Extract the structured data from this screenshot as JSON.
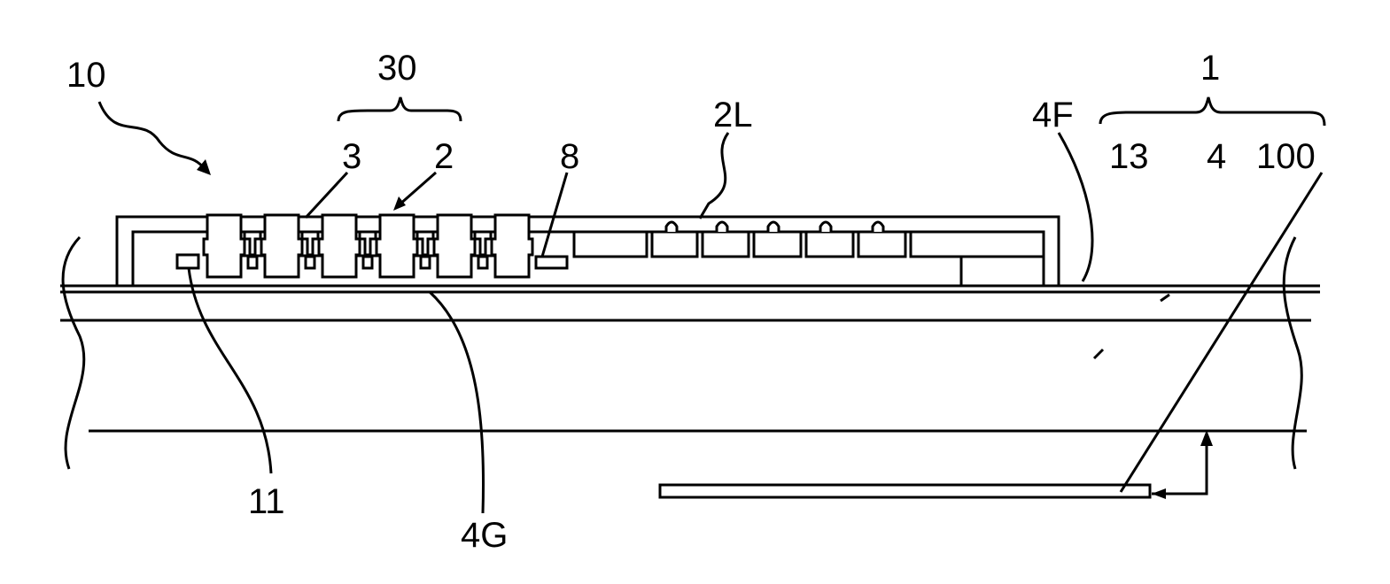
{
  "figure": {
    "labels": {
      "device": "10",
      "module_group": "30",
      "sealing": "3",
      "chip": "2",
      "element_8": "8",
      "led_row": "2L",
      "surface_4f": "4F",
      "assembly": "1",
      "substrate_13": "13",
      "layer_4": "4",
      "plate_100": "100",
      "element_11": "11",
      "surface_4g": "4G"
    },
    "colors": {
      "line": "#000000",
      "background": "#ffffff"
    }
  }
}
